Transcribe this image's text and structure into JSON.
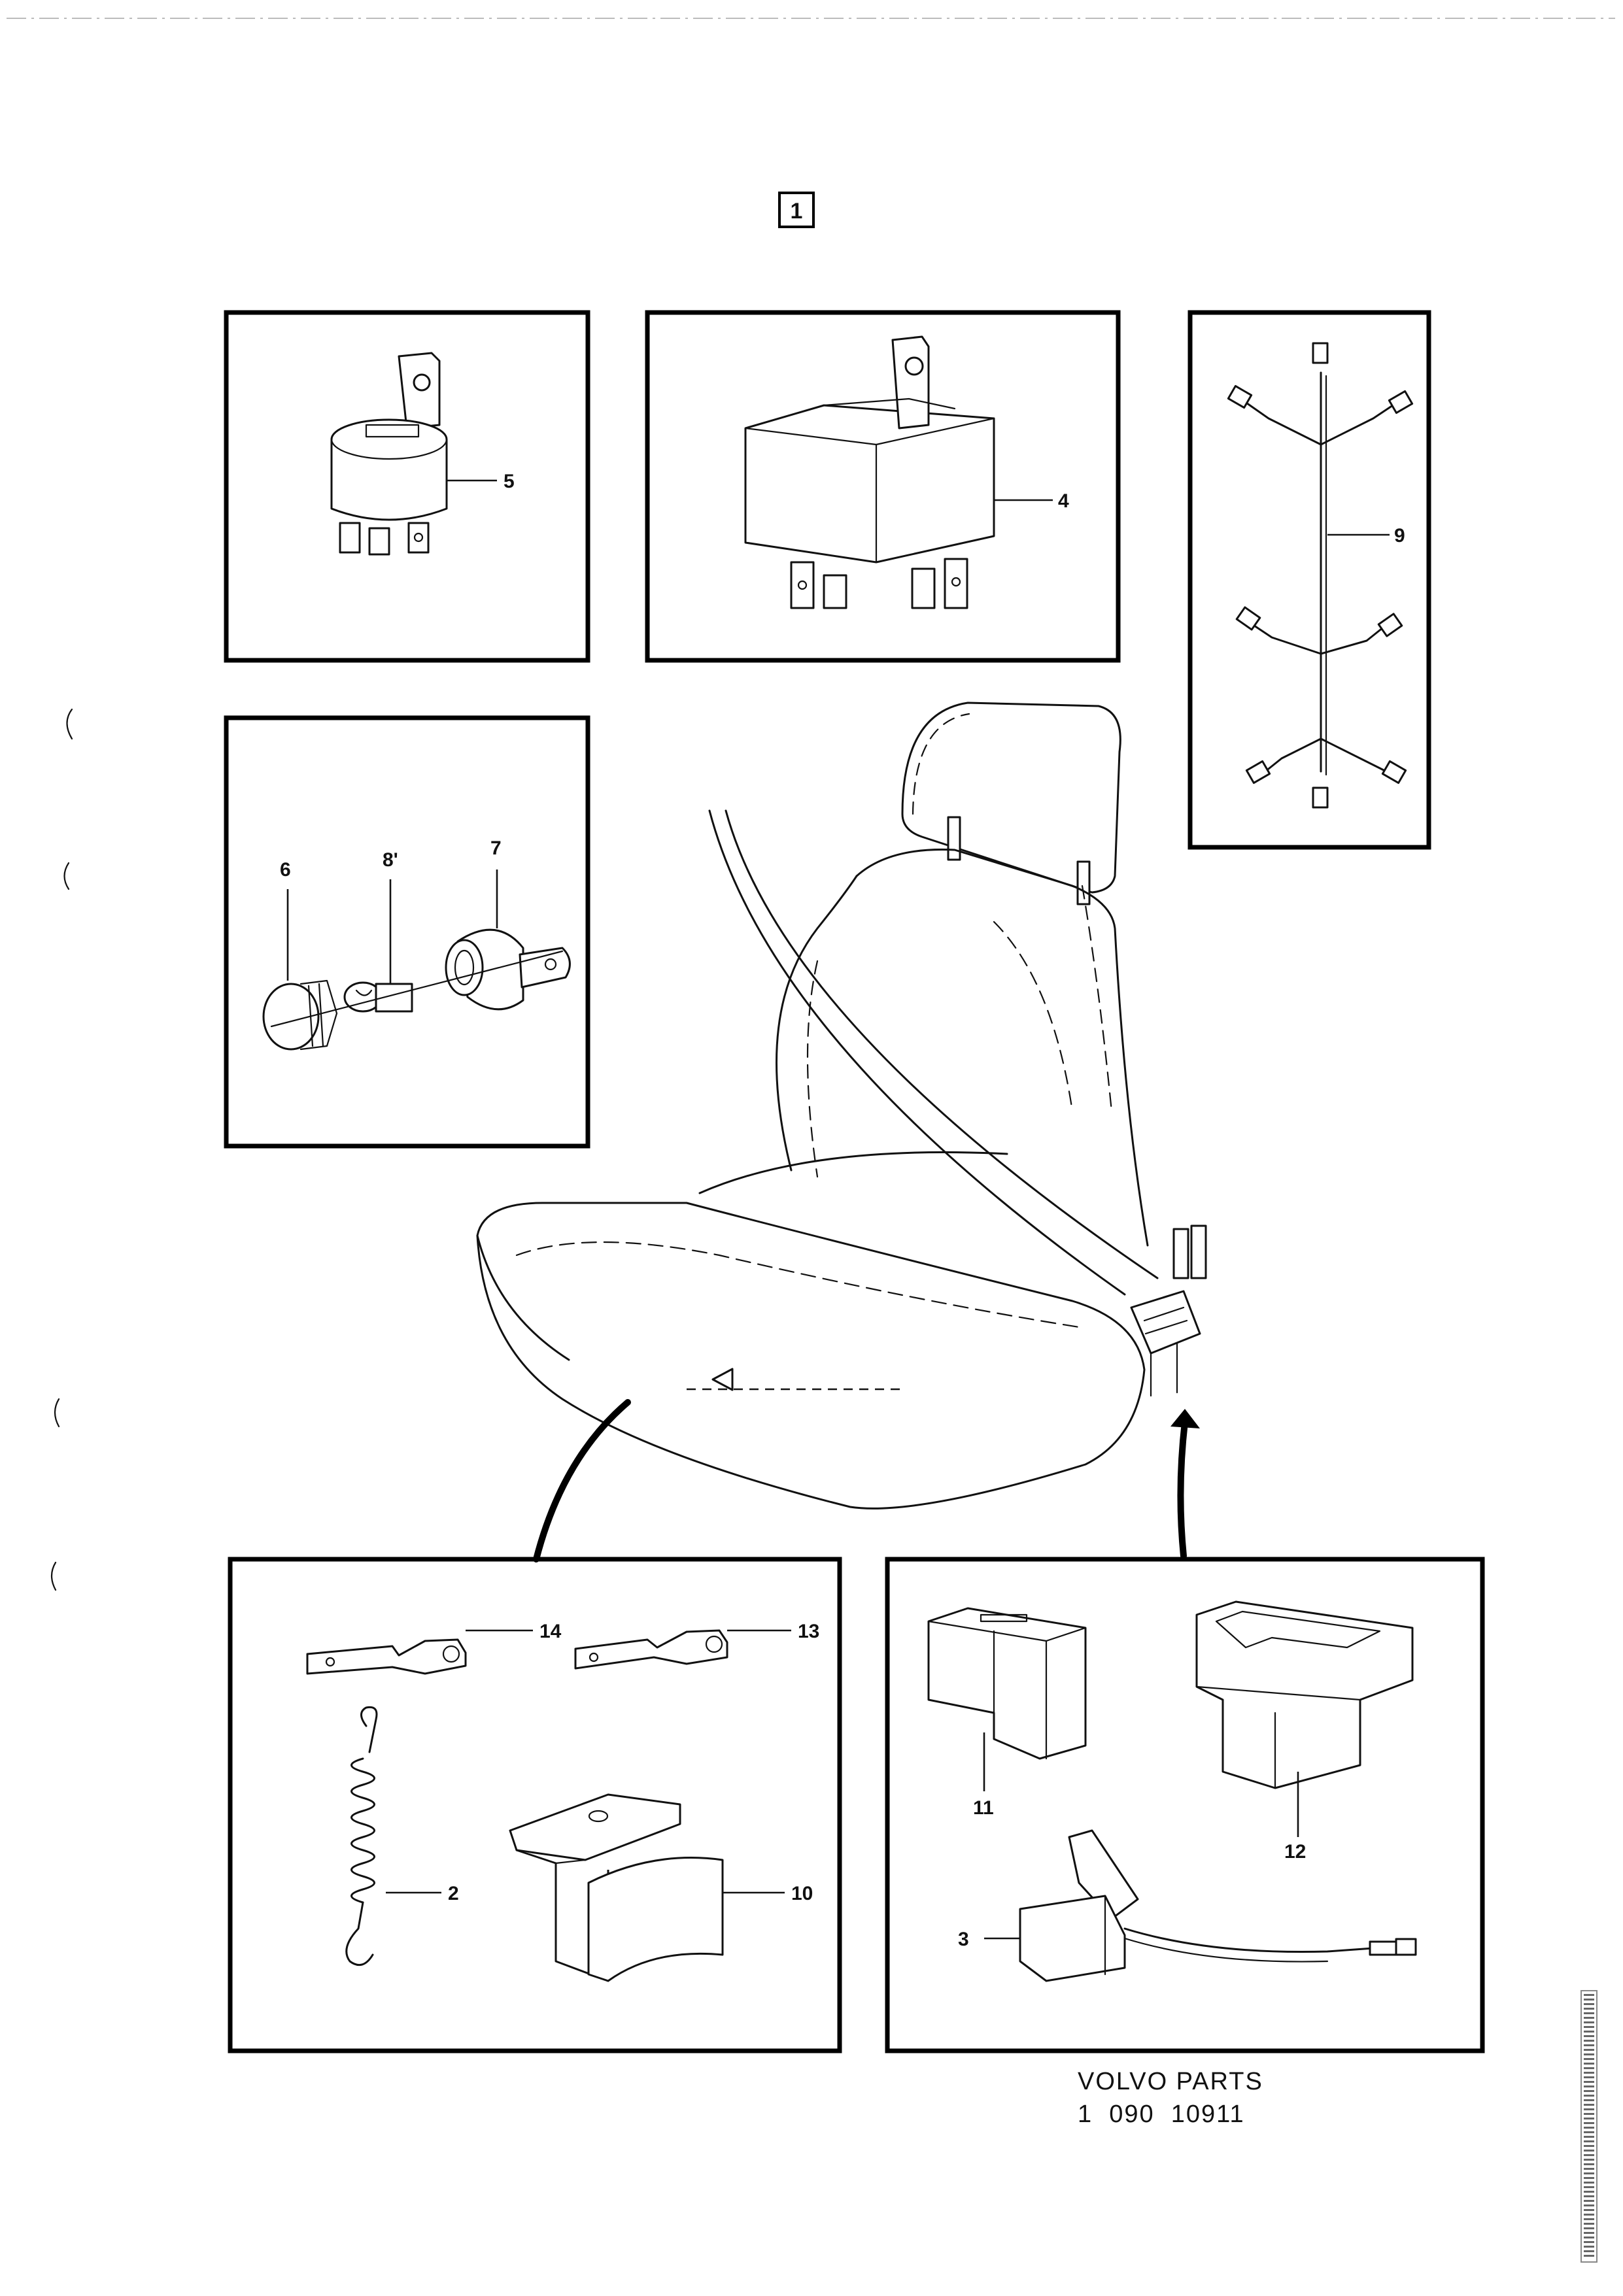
{
  "page_number": "1",
  "footer": {
    "brand": "VOLVO PARTS",
    "catalog_number": "1  090  10911"
  },
  "callouts": {
    "n2": "2",
    "n3": "3",
    "n4": "4",
    "n5": "5",
    "n6": "6",
    "n7": "7",
    "n8": "8'",
    "n9": "9",
    "n10": "10",
    "n11": "11",
    "n12": "12",
    "n13": "13",
    "n14": "14"
  }
}
